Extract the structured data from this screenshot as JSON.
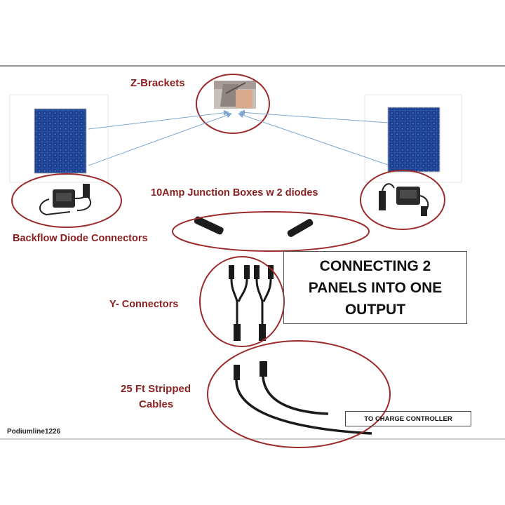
{
  "labels": {
    "z_brackets": "Z-Brackets",
    "junction_boxes": "10Amp Junction Boxes w 2 diodes",
    "backflow": "Backflow Diode Connectors",
    "y_connectors": "Y- Connectors",
    "cables_line1": "25 Ft Stripped",
    "cables_line2": "Cables"
  },
  "title": {
    "line1": "CONNECTING 2",
    "line2": "PANELS INTO ONE",
    "line3": "OUTPUT"
  },
  "charge_controller": "TO CHARGE CONTROLLER",
  "watermark": "Podiumline1226",
  "colors": {
    "label_red": "#8a1f1f",
    "circle_red": "#9b2a2a",
    "arrow_blue": "#7fa7cf",
    "panel_blue": "#1c3f8f"
  }
}
